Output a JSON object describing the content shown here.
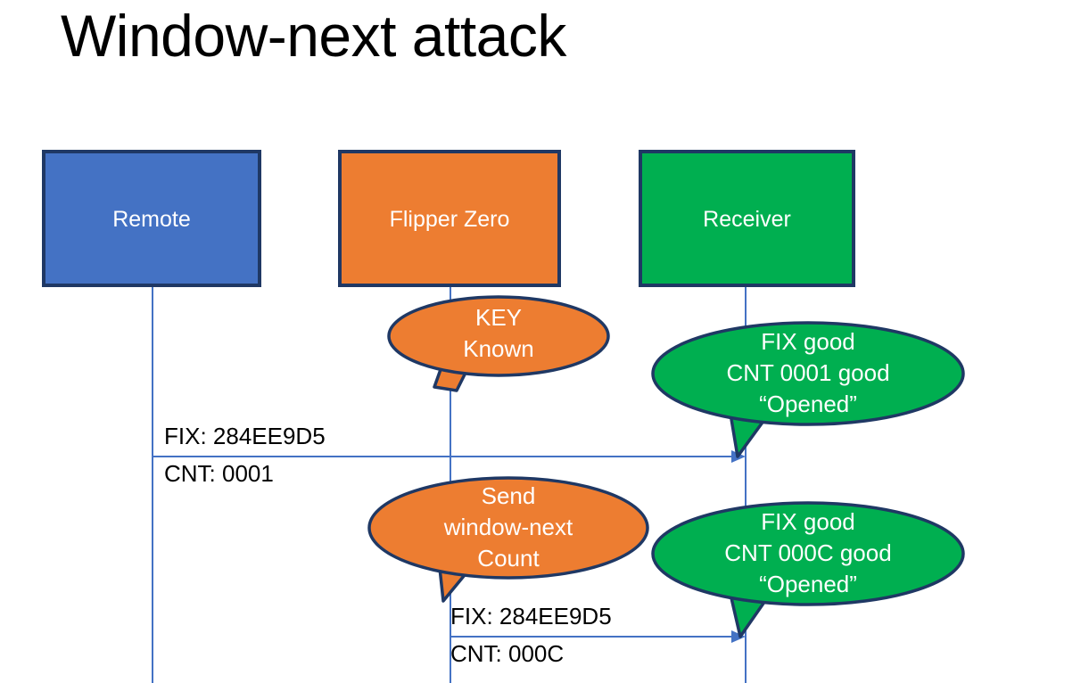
{
  "slide": {
    "title": "Window-next attack",
    "background": "#ffffff"
  },
  "colors": {
    "blue": "#4472C4",
    "orange": "#ED7D31",
    "green": "#00AF50",
    "outline": "#1F3864",
    "lifeline": "#4472C4",
    "text_light": "#FFFFFF",
    "text_dark": "#000000"
  },
  "actors": [
    {
      "id": "remote",
      "label": "Remote",
      "color": "#4472C4"
    },
    {
      "id": "flipper",
      "label": "Flipper Zero",
      "color": "#ED7D31"
    },
    {
      "id": "receiver",
      "label": "Receiver",
      "color": "#00AF50"
    }
  ],
  "callouts": [
    {
      "id": "key-known",
      "actor": "flipper",
      "color": "#ED7D31",
      "lines": [
        "KEY",
        "Known"
      ]
    },
    {
      "id": "receiver-ack-1",
      "actor": "receiver",
      "color": "#00AF50",
      "lines": [
        "FIX good",
        "CNT 0001 good",
        "“Opened”"
      ]
    },
    {
      "id": "send-window-next",
      "actor": "flipper",
      "color": "#ED7D31",
      "lines": [
        "Send",
        "window-next",
        "Count"
      ]
    },
    {
      "id": "receiver-ack-2",
      "actor": "receiver",
      "color": "#00AF50",
      "lines": [
        "FIX good",
        "CNT 000C good",
        "“Opened”"
      ]
    }
  ],
  "messages": [
    {
      "id": "msg-remote-to-receiver",
      "from": "remote",
      "to": "receiver",
      "fix_label": "FIX: 284EE9D5",
      "cnt_label": "CNT: 0001"
    },
    {
      "id": "msg-flipper-to-receiver",
      "from": "flipper",
      "to": "receiver",
      "fix_label": "FIX: 284EE9D5",
      "cnt_label": "CNT: 000C"
    }
  ]
}
